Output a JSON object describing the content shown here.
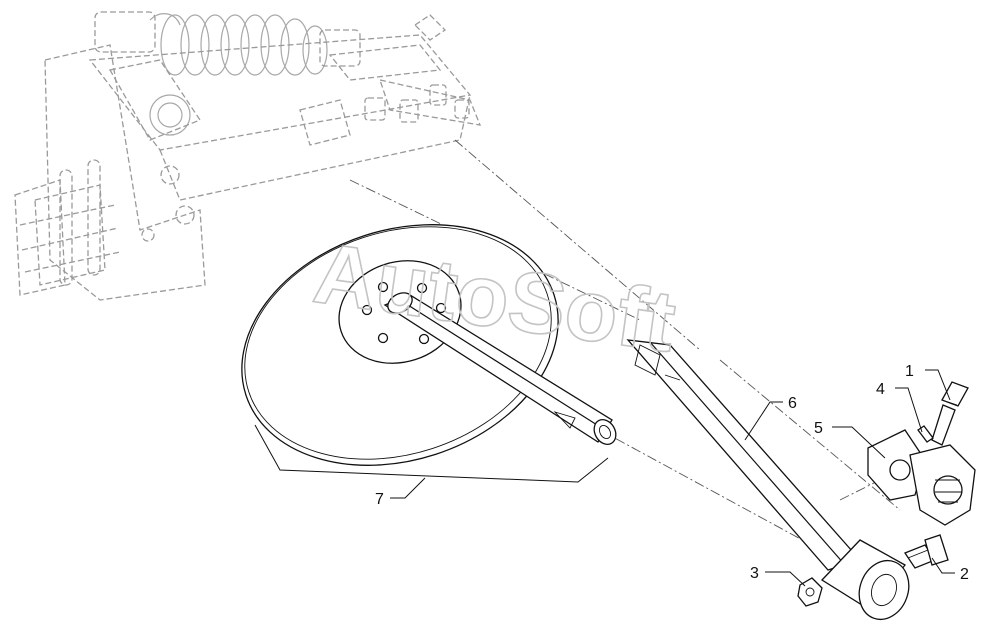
{
  "watermark": "AutoSoft",
  "callouts": [
    {
      "id": "1",
      "label": "1"
    },
    {
      "id": "2",
      "label": "2"
    },
    {
      "id": "3",
      "label": "3"
    },
    {
      "id": "4",
      "label": "4"
    },
    {
      "id": "5",
      "label": "5"
    },
    {
      "id": "6",
      "label": "6"
    },
    {
      "id": "7",
      "label": "7"
    }
  ],
  "colors": {
    "line": "#111111",
    "ghost": "#9a9a9a",
    "watermark": "#c4c4c4"
  }
}
